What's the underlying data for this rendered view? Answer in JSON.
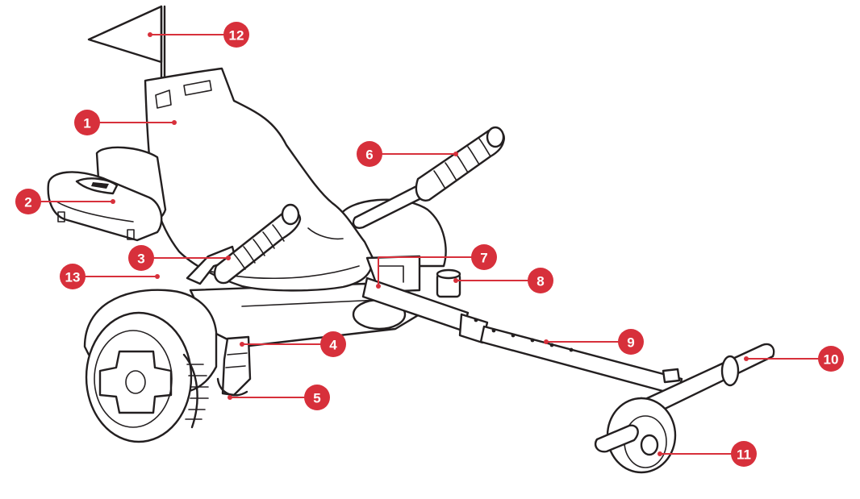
{
  "callouts": [
    {
      "number": "1"
    },
    {
      "number": "2"
    },
    {
      "number": "3"
    },
    {
      "number": "4"
    },
    {
      "number": "5"
    },
    {
      "number": "6"
    },
    {
      "number": "7"
    },
    {
      "number": "8"
    },
    {
      "number": "9"
    },
    {
      "number": "10"
    },
    {
      "number": "11"
    },
    {
      "number": "12"
    },
    {
      "number": "13"
    }
  ],
  "colors": {
    "callout_red": "#d7303b",
    "line_art": "#231f20",
    "background": "#ffffff"
  }
}
